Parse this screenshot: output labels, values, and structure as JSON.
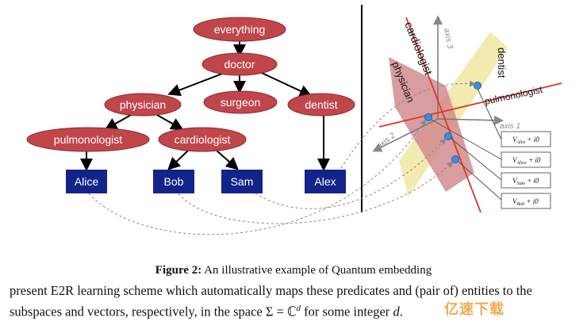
{
  "hierarchy": {
    "nodes": {
      "everything": "everything",
      "doctor": "doctor",
      "physician": "physician",
      "surgeon": "surgeon",
      "dentist": "dentist",
      "pulmonologist": "pulmonologist",
      "cardiologist": "cardiologist"
    },
    "entities": {
      "alice": "Alice",
      "bob": "Bob",
      "sam": "Sam",
      "alex": "Alex"
    }
  },
  "space": {
    "planes": {
      "cardiologist": "cardiologist",
      "physician": "physician",
      "dentist": "dentist",
      "pulmonologist": "pulmonologist"
    },
    "axes": {
      "axis1": "axis 1",
      "axis2": "axis 2",
      "axis3": "axis 3"
    },
    "vectors": {
      "alex": {
        "sub": "Alex",
        "suffix": " + i0"
      },
      "alice": {
        "sub": "Alice",
        "suffix": " + i0"
      },
      "sam": {
        "sub": "Sam",
        "suffix": " + i0"
      },
      "bob": {
        "sub": "Bob",
        "suffix": " + i0"
      }
    }
  },
  "caption": {
    "label": "Figure 2:",
    "text": " An illustrative example of Quantum embedding"
  },
  "paragraph": {
    "line1": "present E2R learning scheme which automatically maps these predicates and (pair of) entities to the",
    "line2_a": "subspaces and vectors, respectively, in the space Σ = ℂ",
    "line2_sup": "d",
    "line2_b": " for some integer ",
    "line2_var": "d",
    "line2_c": "."
  },
  "watermark": "亿速下载",
  "colors": {
    "node": "#c0464c",
    "entity": "#14238a",
    "yellow_plane": "#f2e8a8",
    "red_plane": "#d99295",
    "axis_red": "#e0352b",
    "dot": "#3a8fe0"
  }
}
